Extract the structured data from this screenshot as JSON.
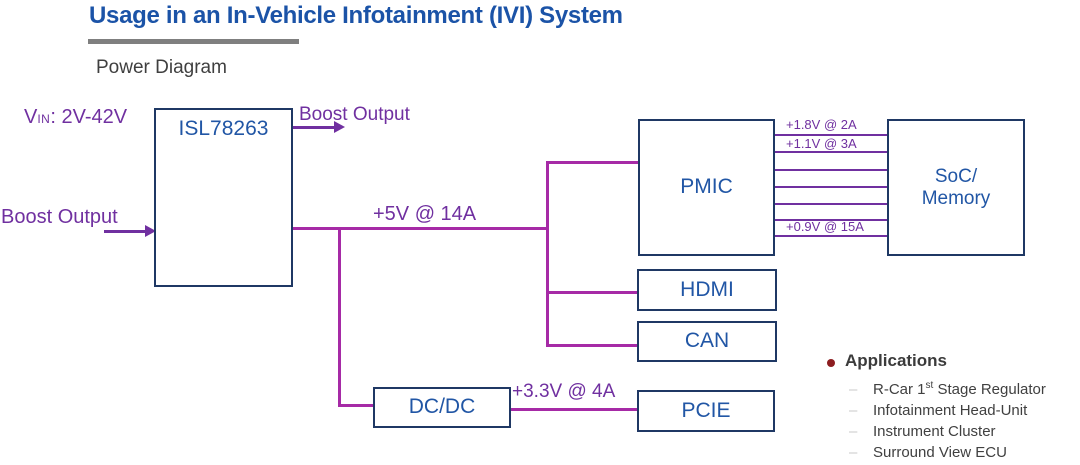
{
  "header": {
    "title": "Usage in an In-Vehicle Infotainment (IVI) System",
    "subtitle": "Power Diagram"
  },
  "blocks": {
    "isl": "ISL78263",
    "pmic": "PMIC",
    "soc_line1": "SoC/",
    "soc_line2": "Memory",
    "hdmi": "HDMI",
    "can": "CAN",
    "dcdc": "DC/DC",
    "pcie": "PCIE"
  },
  "labels": {
    "vin_v": "V",
    "vin_sub": "IN",
    "vin_rest": ": 2V-42V",
    "boost_output_top": "Boost Output",
    "boost_output_left": "Boost Output",
    "rail_5v": "+5V @ 14A",
    "rail_33v": "+3.3V @ 4A",
    "rail_18v": "+1.8V @ 2A",
    "rail_11v": "+1.1V @ 3A",
    "rail_09v": "+0.9V @ 15A"
  },
  "applications": {
    "title": "Applications",
    "marker": "–",
    "items": [
      {
        "pre": "R-Car 1",
        "sup": "st",
        "post": " Stage Regulator"
      },
      {
        "pre": "Infotainment Head-Unit",
        "sup": "",
        "post": ""
      },
      {
        "pre": "Instrument Cluster",
        "sup": "",
        "post": ""
      },
      {
        "pre": "Surround View ECU",
        "sup": "",
        "post": ""
      }
    ]
  },
  "colors": {
    "title_blue": "#1b53a7",
    "box_border_navy": "#1f3864",
    "box_text_blue": "#2156a5",
    "purple_text": "#7030a0",
    "magenta_wire": "#a62aa6",
    "bullet_red": "#8d1d20",
    "gray_text": "#3f3f3f"
  }
}
